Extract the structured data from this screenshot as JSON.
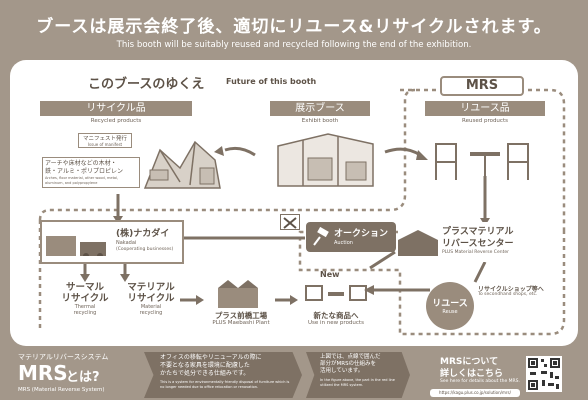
{
  "header": {
    "title": "ブースは展示会終了後、適切にリユース&リサイクルされます。",
    "subtitle": "This booth will be suitably reused and recycled following the end of the exhibition."
  },
  "future": {
    "title_jp": "このブースのゆくえ",
    "title_en": "Future of this booth"
  },
  "mrs_tab": "MRS",
  "recycled": {
    "label": "リサイクル品",
    "sub": "Recycled products"
  },
  "exhibit": {
    "label": "展示ブース",
    "sub": "Exhibit booth"
  },
  "reused": {
    "label": "リユース品",
    "sub": "Reused products"
  },
  "manifest": {
    "label": "マニフェスト発行",
    "sub": "Issue of manifest"
  },
  "materials": {
    "jp_line1": "アーチや床材などの木材・",
    "jp_line2": "鉄・アルミ・ポリプロピレン",
    "en": "Arches, floor material, other wood, metal, aluminum, and polypropylene"
  },
  "nakadai": {
    "label": "(株)ナカダイ",
    "sub1": "Nakadai",
    "sub2": "(Cooperating businesses)"
  },
  "auction": {
    "label": "オークション",
    "sub": "Auction"
  },
  "center": {
    "line1": "プラスマテリアル",
    "line2": "リバースセンター",
    "sub": "PLUS Material Reverse Center"
  },
  "thermal": {
    "line1": "サーマル",
    "line2": "リサイクル",
    "sub1": "Thermal",
    "sub2": "recycling"
  },
  "material_recycle": {
    "line1": "マテリアル",
    "line2": "リサイクル",
    "sub1": "Material",
    "sub2": "recycling"
  },
  "plant": {
    "label": "プラス前橋工場",
    "sub": "PLUS Maebashi Plant"
  },
  "new_products": {
    "badge": "New",
    "label": "新たな商品へ",
    "sub": "Use in new products"
  },
  "reuse": {
    "label": "リユース",
    "sub": "Reuse",
    "shop_jp": "リサイクルショップ等へ",
    "shop_en": "To secondhand shops, etc."
  },
  "bottom": {
    "mrs_jp": "マテリアルリバースシステム",
    "mrs_big": "MRS",
    "towa": "とは?",
    "mrs_en": "MRS (Material Reverse System)",
    "desc_jp1": "オフィスの移転やリニューアルの際に",
    "desc_jp2": "不要となる家具を環境に配慮した",
    "desc_jp3": "かたちで処分できる仕組みです。",
    "desc_en": "This is a system for environmentally friendly disposal of furniture which is no longer needed due to office relocation or renovation.",
    "note_jp1": "上図では、点線で囲んだ",
    "note_jp2": "部分がMRSの仕組みを",
    "note_jp3": "活用しています。",
    "note_en": "In the figure above, the part in the red line utilized the MRS system.",
    "more_jp1": "MRSについて",
    "more_jp2": "詳しくはこちら",
    "more_en": "See here for details about the MRS.",
    "url": "https://kagu.plus.co.jp/solution/mrs/"
  },
  "colors": {
    "bg": "#a3978a",
    "dark": "#5d5247",
    "accent": "#9a8c7d"
  }
}
